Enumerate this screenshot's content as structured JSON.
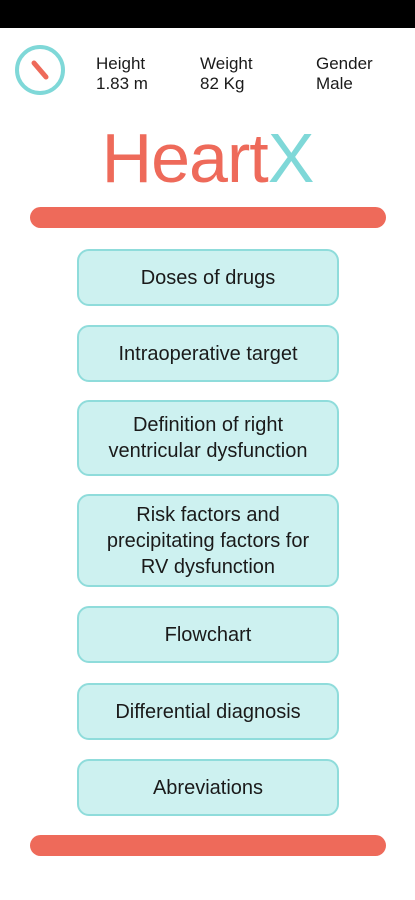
{
  "profile": {
    "icon": "profile-icon",
    "height_label": "Height",
    "height_value": "1.83 m",
    "weight_label": "Weight",
    "weight_value": "82 Kg",
    "gender_label": "Gender",
    "gender_value": "Male"
  },
  "logo": {
    "part1": "Heart",
    "part2": "X"
  },
  "menu": {
    "doses": "Doses of drugs",
    "intraoperative": "Intraoperative target",
    "definition_line1": "Definition of right",
    "definition_line2": "ventricular dysfunction",
    "risk_line1": "Risk factors and",
    "risk_line2": "precipitating factors for",
    "risk_line3": "RV dysfunction",
    "flowchart": "Flowchart",
    "differential": "Differential diagnosis",
    "abreviations": "Abreviations"
  },
  "colors": {
    "accent_coral": "#ee6a5a",
    "accent_teal": "#7fd8d8",
    "button_fill": "#cdf1f0",
    "status_bar": "#000000"
  }
}
